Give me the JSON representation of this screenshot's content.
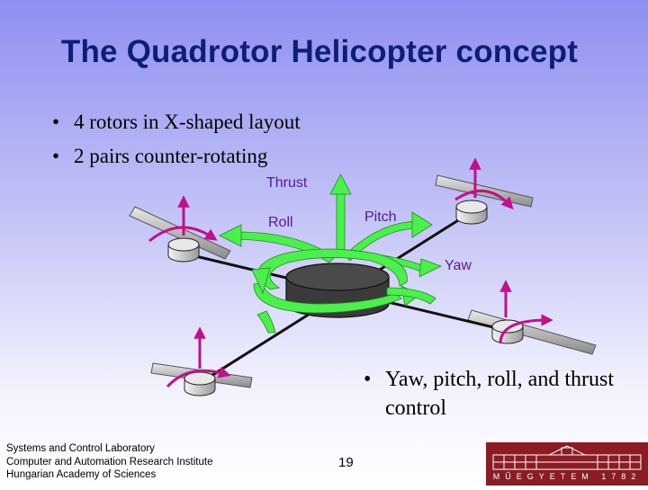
{
  "slide": {
    "title": "The Quadrotor Helicopter concept",
    "bullets": [
      "4 rotors in X-shaped layout",
      "2 pairs counter-rotating"
    ],
    "bullet_marker": "•",
    "second_bullet": "Yaw, pitch, roll, and thrust control"
  },
  "diagram": {
    "labels": {
      "thrust": "Thrust",
      "roll": "Roll",
      "pitch": "Pitch",
      "yaw": "Yaw"
    },
    "colors": {
      "thrust_arrow": "#4cf04c",
      "rotor_arrows": "#c0108c",
      "blade": "#b0b0b0",
      "body": "#333333",
      "label": "#5a1898"
    }
  },
  "footer": {
    "lines": [
      "Systems and Control Laboratory",
      "Computer and Automation Research Institute",
      "Hungarian Academy of Sciences"
    ],
    "page_number": "19",
    "logo_text": "MŰEGYETEM 1782"
  }
}
